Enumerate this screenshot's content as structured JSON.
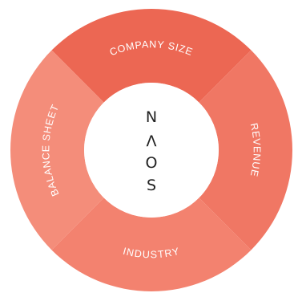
{
  "diagram": {
    "logo_letters": [
      "N",
      "Λ",
      "O",
      "S"
    ],
    "segments": [
      {
        "label": "COMPANY SIZE",
        "color": "#ec6753"
      },
      {
        "label": "REVENUE",
        "color": "#f07764"
      },
      {
        "label": "INDUSTRY",
        "color": "#f3826f"
      },
      {
        "label": "BALANCE SHEET",
        "color": "#f48d7a"
      }
    ]
  }
}
